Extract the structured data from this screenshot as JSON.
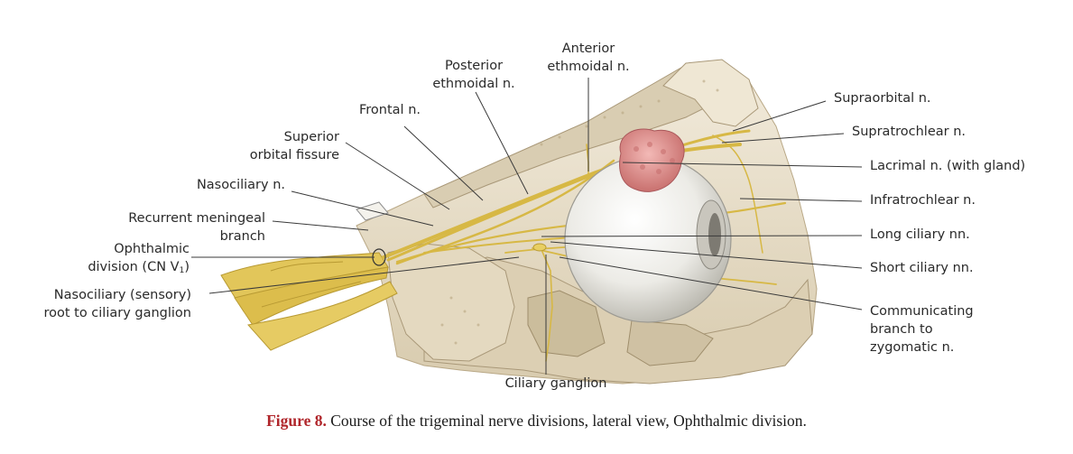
{
  "labels": {
    "anterior_ethmoidal": [
      "Anterior",
      "ethmoidal n."
    ],
    "posterior_ethmoidal": [
      "Posterior",
      "ethmoidal n."
    ],
    "frontal": "Frontal n.",
    "superior_orbital_fissure": [
      "Superior",
      "orbital fissure"
    ],
    "nasociliary": "Nasociliary n.",
    "recurrent_meningeal": [
      "Recurrent meningeal",
      "branch"
    ],
    "ophthalmic_division": [
      "Ophthalmic",
      "division (CN V",
      "1",
      ")"
    ],
    "nasociliary_root": [
      "Nasociliary (sensory)",
      "root to ciliary ganglion"
    ],
    "supraorbital": "Supraorbital n.",
    "supratrochlear": "Supratrochlear n.",
    "lacrimal": "Lacrimal n. (with gland)",
    "infratrochlear": "Infratrochlear n.",
    "long_ciliary": "Long ciliary nn.",
    "short_ciliary": "Short ciliary nn.",
    "communicating": [
      "Communicating",
      "branch to",
      "zygomatic n."
    ],
    "ciliary_ganglion": "Ciliary ganglion"
  },
  "caption": {
    "number": "Figure 8.",
    "text": " Course of the trigeminal nerve divisions, lateral view, Ophthalmic division."
  },
  "colors": {
    "bone": "#e9e0cf",
    "bone_shadow": "#cdbf9f",
    "nerve": "#e2c65a",
    "gland": "#e79c9a",
    "eyeball": "#ecebe6",
    "leader": "#3a3a3a",
    "caption_number": "#b0262b"
  }
}
